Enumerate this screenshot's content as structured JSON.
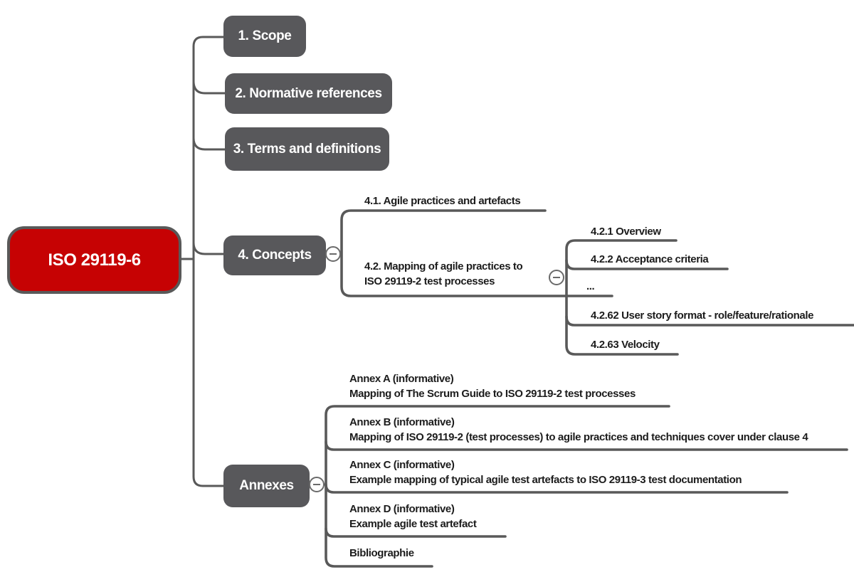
{
  "root": {
    "label": "ISO 29119-6"
  },
  "main_topics": {
    "scope": "1. Scope",
    "normative": "2. Normative references",
    "terms": "3. Terms and definitions",
    "concepts": "4. Concepts",
    "annexes": "Annexes"
  },
  "concepts_branch": {
    "item_4_1": {
      "label": "4.1. Agile practices and artefacts"
    },
    "item_4_2": {
      "line1": "4.2. Mapping of agile practices to",
      "line2": "ISO 29119-2 test processes"
    },
    "mapping_children": [
      {
        "label": "4.2.1 Overview"
      },
      {
        "label": "4.2.2 Acceptance criteria"
      },
      {
        "label": "..."
      },
      {
        "label": "4.2.62 User story format - role/feature/rationale"
      },
      {
        "label": "4.2.63 Velocity"
      }
    ]
  },
  "annexes_branch": {
    "items": [
      {
        "line1": "Annex A (informative)",
        "line2": "Mapping of The Scrum Guide to ISO 29119-2 test processes"
      },
      {
        "line1": "Annex B (informative)",
        "line2": "Mapping of ISO 29119-2 (test processes) to agile practices and techniques cover under clause 4"
      },
      {
        "line1": "Annex C (informative)",
        "line2": "Example mapping of typical agile test artefacts to ISO 29119-3 test documentation"
      },
      {
        "line1": "Annex D (informative)",
        "line2": "Example agile test artefact"
      }
    ],
    "bibliography": {
      "label": "Bibliographie"
    }
  },
  "controls": {
    "collapse_state": "collapsed-minus"
  },
  "colors": {
    "root_fill": "#C60203",
    "topic_fill": "#58585B",
    "line": "#595959",
    "branch_text": "#1C1C1C",
    "node_text": "#FFFFFF",
    "background": "#FFFFFF"
  }
}
